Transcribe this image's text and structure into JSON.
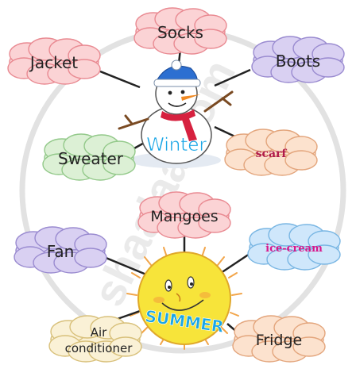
{
  "winter": {
    "center_label": "Winter",
    "items": [
      "Socks",
      "Jacket",
      "Boots",
      "Sweater",
      "scarf"
    ]
  },
  "summer": {
    "center_label": "SUMMER",
    "items": [
      "Mangoes",
      "Fan",
      "ice-cream",
      "Air",
      "conditioner",
      "Fridge"
    ]
  },
  "watermark": "shaalaa.com",
  "colors": {
    "pink_cloud": "#fbd3d5",
    "purple_cloud": "#d9d0f2",
    "green_cloud": "#dcf0d5",
    "peach_cloud": "#fce2ce",
    "blue_cloud": "#cfe7fb",
    "cream_cloud": "#faf1d6",
    "scarf_text": "#b01a4b",
    "icecream_text": "#d8168b",
    "winter_text": "#1aa6e6",
    "sun_fill": "#f7e43a",
    "sun_ray": "#f2a54a"
  }
}
